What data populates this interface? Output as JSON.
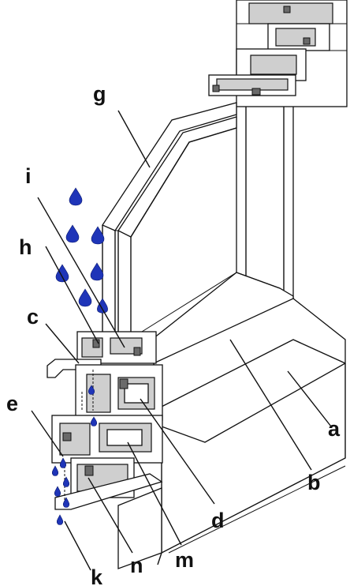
{
  "labels": {
    "a": "a",
    "b": "b",
    "c": "c",
    "d": "d",
    "e": "e",
    "g": "g",
    "h": "h",
    "i": "i",
    "k": "k",
    "m": "m",
    "n": "n"
  },
  "colors": {
    "drop": "#1f35b8",
    "line": "#111111",
    "section": "#cfcfcf"
  }
}
